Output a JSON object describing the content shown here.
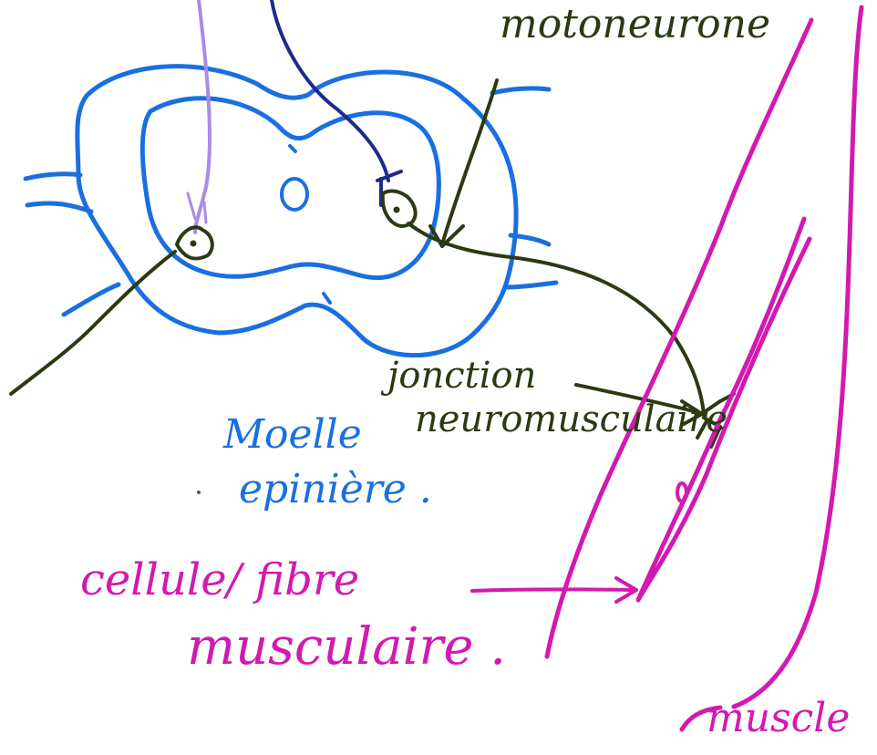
{
  "labels": {
    "motoneuron": "motoneurone",
    "junction_line1": "jonction",
    "junction_line2": "neuromusculaire",
    "spinal_cord_line1": "Moelle",
    "spinal_cord_line2": "epinière .",
    "fiber_line1": "cellule/ fibre",
    "fiber_line2": "musculaire .",
    "muscle": "muscle"
  },
  "colors": {
    "spinal_cord": "#1a6fe0",
    "sensory_neuron": "#a98be8",
    "upper_neuron": "#1f2a8a",
    "motoneuron_axon": "#2b3a12",
    "muscle": "#d21ab0"
  }
}
